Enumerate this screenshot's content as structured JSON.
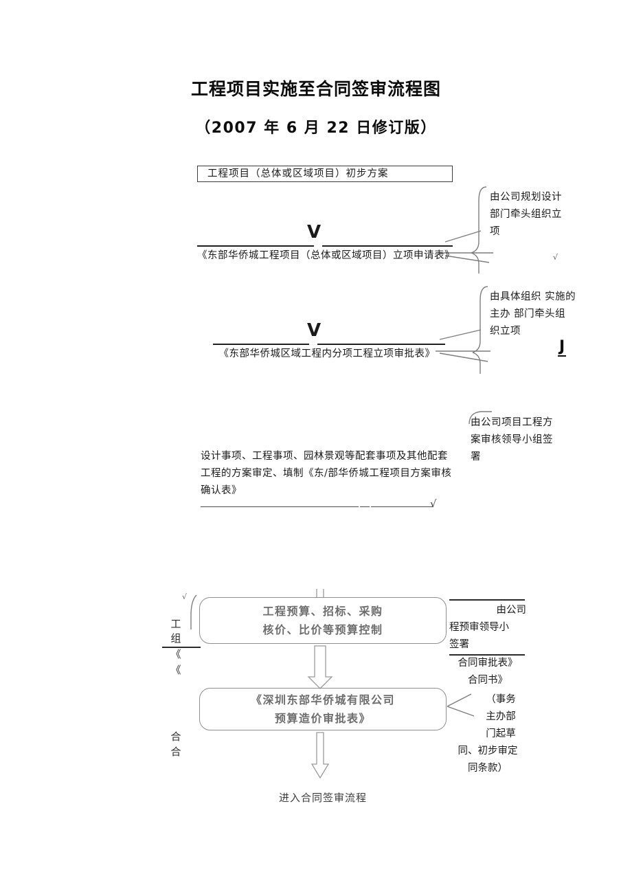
{
  "document": {
    "title": "工程项目实施至合同签审流程图",
    "subtitle": "（2007 年 6 月 22 日修订版）"
  },
  "flow": {
    "initial_plan_box": "工程项目（总体或区域项目）初步方案",
    "doc_form_1": {
      "marker": "V",
      "text": "《东部华侨城工程项目（总体或区域项目）立项申请表》"
    },
    "doc_form_2": {
      "marker": "V",
      "text": "《东部华侨城区域工程内分项工程立项审批表》"
    },
    "scheme_paragraph": {
      "text": "设计事项、工程事项、园林景观等配套事项及其他配套工程的方案审定、填制《东/部华侨城工程项目方案审核确认表》",
      "check_mark": "√"
    },
    "process_budget": "工程预算、招标、采购\n核价、比价等预算控制",
    "process_budget_line1": "工程预算、招标、采购",
    "process_budget_line2": "核价、比价等预算控制",
    "process_approval_line1": "《深圳东部华侨城有限公司",
    "process_approval_line2": "预算造价审批表》",
    "flow_end": "进入合同签审流程"
  },
  "annotations": {
    "note_1": "由公司规划设计部门牵头组织立项",
    "note_1_tick": "√",
    "note_2": "由具体组织 实施的主办 部门牵头组 织立项",
    "note_2_glyph": "J",
    "note_3": "由公司项目工程方案审核领导小组签署"
  },
  "left_fragments": {
    "tick": "√",
    "a": "工",
    "b": "组",
    "c": "《",
    "d": "《",
    "e": "合",
    "f": "合"
  },
  "right_fragments": {
    "a": "由公司",
    "b": "程预审领导小",
    "c": "签署",
    "d": "合同审批表》",
    "e": "合同书》",
    "f": "（事务",
    "g": "主办部",
    "h": "门起草",
    "i": "同、初步审定",
    "j": "同条款）"
  },
  "colors": {
    "ink": "#1a1a1a",
    "box_border": "#8e8e8e",
    "box_text": "#6d6d6d",
    "rule": "#1f1f1f"
  }
}
